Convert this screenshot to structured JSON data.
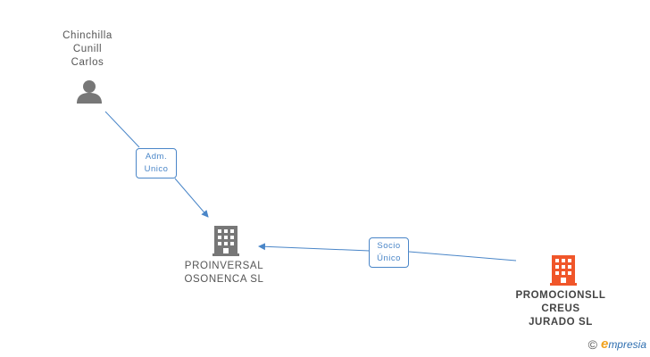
{
  "nodes": {
    "person": {
      "lines": [
        "Chinchilla",
        "Cunill",
        "Carlos"
      ]
    },
    "company_main": {
      "lines": [
        "PROINVERSAL",
        "OSONENCA SL"
      ]
    },
    "company_owner": {
      "lines": [
        "PROMOCIONSLL",
        "CREUS",
        "JURADO  SL"
      ]
    }
  },
  "edges": {
    "adm": {
      "lines": [
        "Adm.",
        "Unico"
      ]
    },
    "socio": {
      "lines": [
        "Socio",
        "Único"
      ]
    }
  },
  "brand": {
    "copyright": "©",
    "logo_initial": "e",
    "logo_text": "mpresia"
  },
  "colors": {
    "person_icon": "#777777",
    "company_icon": "#777777",
    "highlight_company_icon": "#f0562a",
    "edge": "#4a86c8"
  }
}
